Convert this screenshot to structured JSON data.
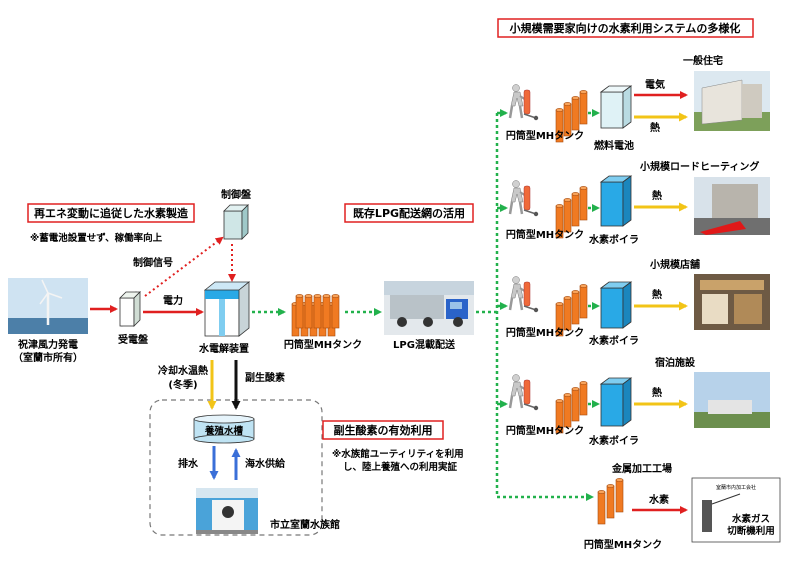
{
  "titles": {
    "top": "小規模需要家向けの水素利用システムの多様化",
    "renewable": "再エネ変動に追従した水素製造",
    "lpg": "既存LPG配送網の活用",
    "oxygen": "副生酸素の有効利用"
  },
  "notes": {
    "battery": "※蓄電池設置せず、稼働率向上",
    "aquarium_line1": "※水族館ユーティリティを利用",
    "aquarium_line2": "し、陸上養殖への利用実証"
  },
  "labels": {
    "wind": "祝津風力発電",
    "wind_sub": "（室蘭市所有）",
    "substation": "受電盤",
    "power": "電力",
    "control_panel": "制御盤",
    "control_signal": "制御信号",
    "electrolyzer": "水電解装置",
    "mh_tank_main": "円筒型MHタンク",
    "lpg_delivery": "LPG混載配送",
    "cooling_heat": "冷却水温熱",
    "winter": "(冬季)",
    "byproduct_o2": "副生酸素",
    "aquaculture_tank": "養殖水槽",
    "drain": "排水",
    "seawater": "海水供給",
    "aquarium": "市立室蘭水族館"
  },
  "branches": [
    {
      "site": "一般住宅",
      "tank": "円筒型MHタンク",
      "device": "燃料電池",
      "out1": "電気",
      "out2": "熱"
    },
    {
      "site": "小規模ロードヒーティング",
      "tank": "円筒型MHタンク",
      "device": "水素ボイラ",
      "out1": "熱"
    },
    {
      "site": "小規模店舗",
      "tank": "円筒型MHタンク",
      "device": "水素ボイラ",
      "out1": "熱"
    },
    {
      "site": "宿泊施設",
      "tank": "円筒型MHタンク",
      "device": "水素ボイラ",
      "out1": "熱"
    },
    {
      "site": "金属加工工場",
      "tank": "円筒型MHタンク",
      "out1": "水素",
      "photo_line1": "室蘭市内加工会社",
      "photo_line2": "水素ガス",
      "photo_line3": "切断機利用"
    }
  ],
  "colors": {
    "red": "#e02020",
    "green": "#22b14c",
    "yellow": "#f2c417",
    "blue": "#3a6fd8",
    "orange": "#f07a22",
    "cyan": "#29a9e6"
  }
}
